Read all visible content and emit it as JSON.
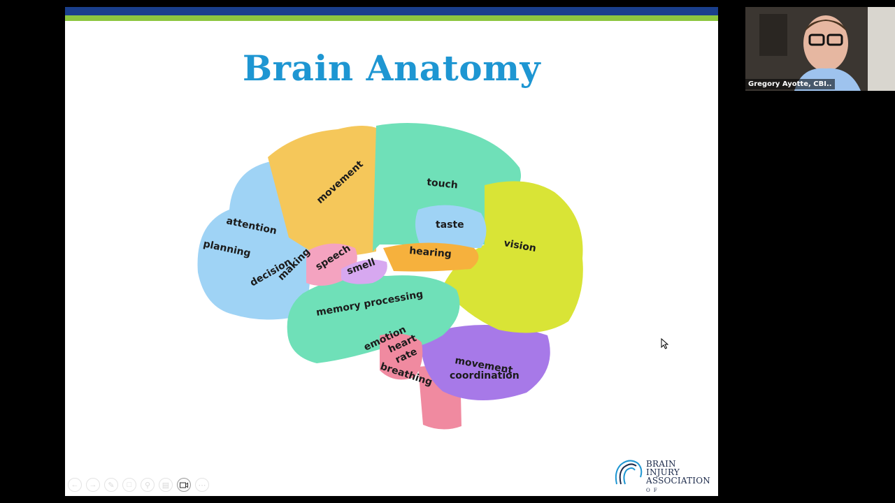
{
  "slide": {
    "title": "Brain Anatomy",
    "brain_labels": {
      "movement": "movement",
      "touch": "touch",
      "attention": "attention",
      "planning": "planning",
      "decision": "decision",
      "making": "making",
      "speech": "speech",
      "smell": "smell",
      "taste": "taste",
      "hearing": "hearing",
      "vision": "vision",
      "memory": "memory processing",
      "emotion": "emotion",
      "heart": "heart",
      "rate": "rate",
      "breathing": "breathing",
      "movement_coord_1": "movement",
      "movement_coord_2": "coordination"
    },
    "logo": {
      "line1": "BRAIN INJURY",
      "line2": "ASSOCIATION",
      "line3": "OF AMERICA"
    }
  },
  "toolbar": {
    "icons": [
      "back-icon",
      "forward-icon",
      "pen-icon",
      "slides-icon",
      "zoom-icon",
      "subtitles-icon",
      "camera-icon",
      "more-icon"
    ]
  },
  "video": {
    "participant_name": "Gregory Ayotte, CBI.."
  },
  "colors": {
    "title": "#1e96d2",
    "bar_blue": "#1a3f8c",
    "bar_green": "#8cc63f",
    "frontal": "#9fd3f5",
    "motor": "#f5c75a",
    "parietal": "#6fe0b8",
    "occipital": "#d9e436",
    "cerebellum": "#a779e8",
    "brainstem": "#f08aa0",
    "speech": "#f4a3c0",
    "hearing": "#f6b13d"
  }
}
